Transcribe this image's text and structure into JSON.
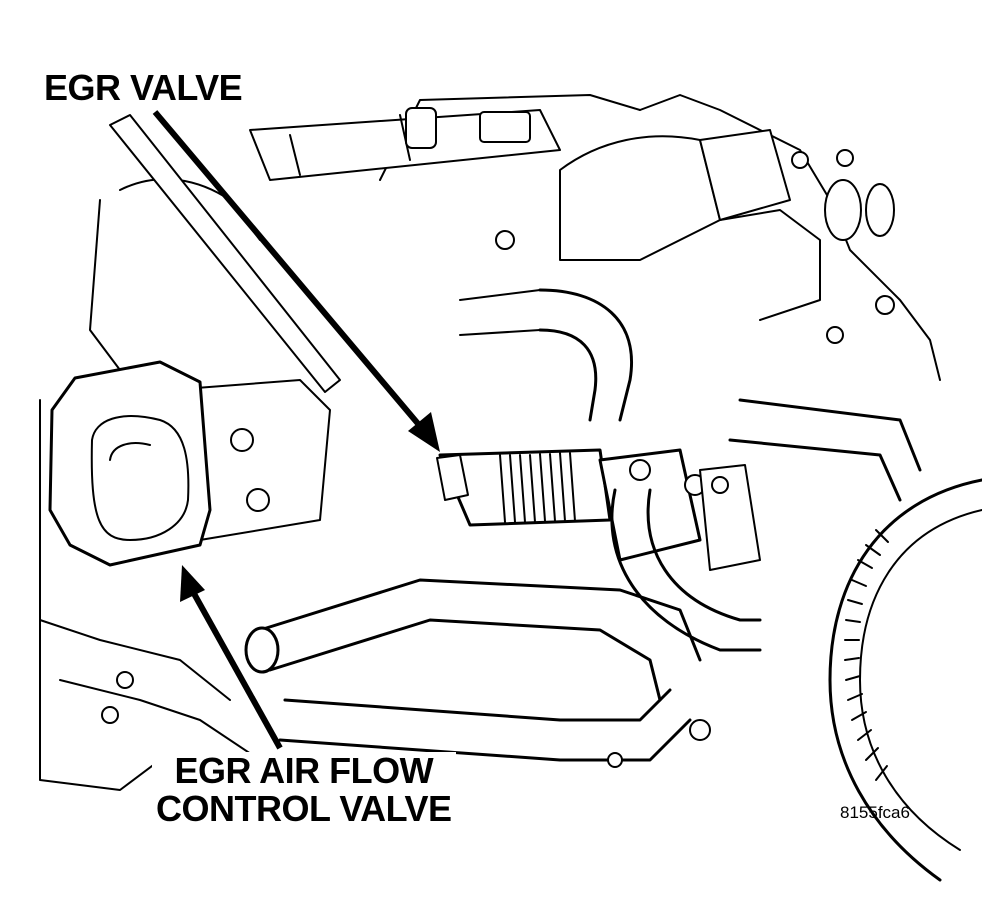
{
  "diagram": {
    "labels": {
      "egr_valve": "EGR VALVE",
      "egr_air_flow_control_valve_line1": "EGR AIR FLOW",
      "egr_air_flow_control_valve_line2": "CONTROL VALVE"
    },
    "figure_id": "8155fca6",
    "colors": {
      "ink": "#000000",
      "paper": "#ffffff"
    }
  }
}
